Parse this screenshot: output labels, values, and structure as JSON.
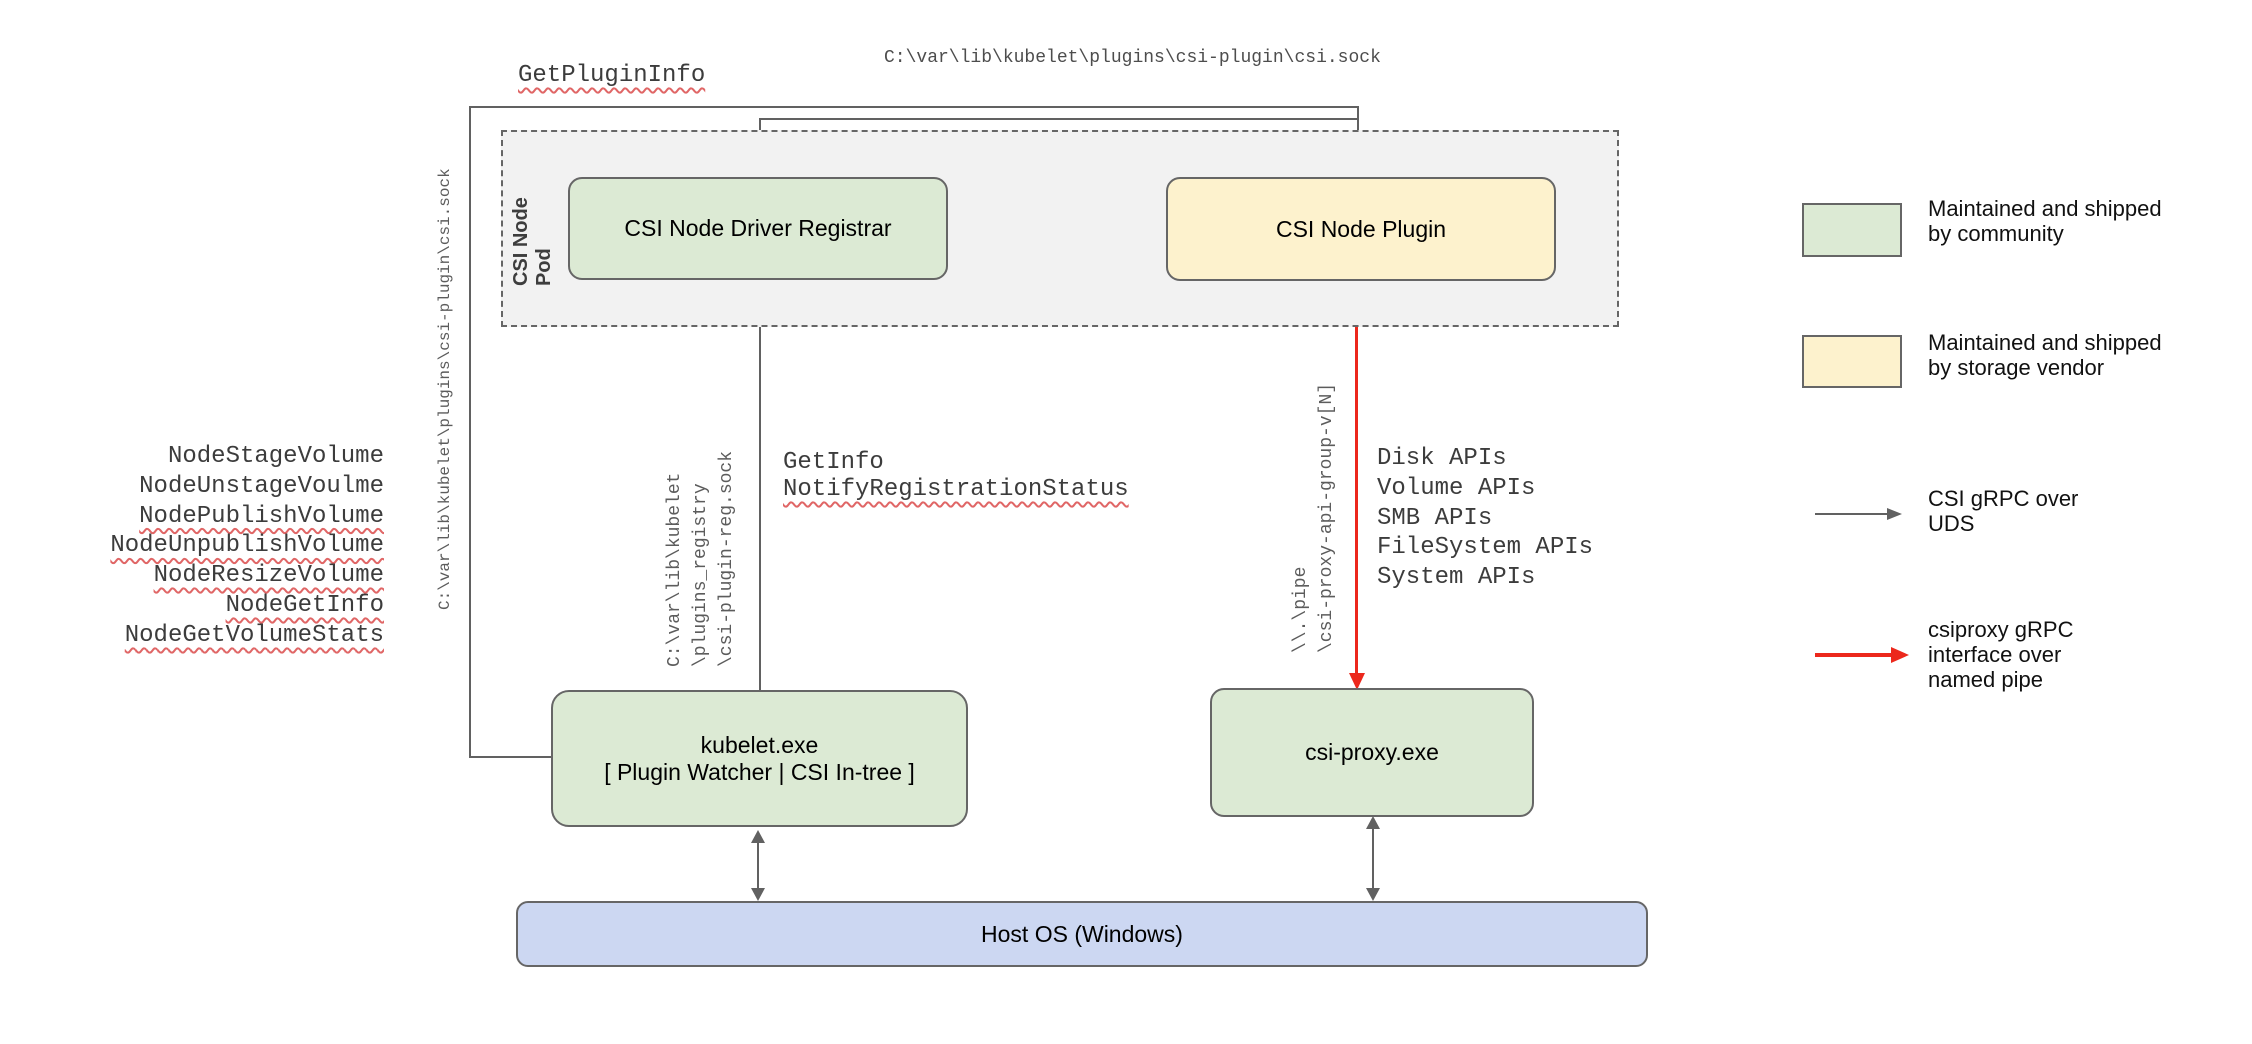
{
  "labels": {
    "get_plugin_info": "GetPluginInfo",
    "get_info": "GetInfo",
    "notify_registration_status": "NotifyRegistrationStatus",
    "pod": "CSI Node Pod"
  },
  "paths": {
    "top_csi_sock": "C:\\var\\lib\\kubelet\\plugins\\csi-plugin\\csi.sock",
    "left_csi_sock": "C:\\var\\lib\\kubelet\\plugins\\csi-plugin\\csi.sock",
    "registry_lines": [
      "C:\\var\\lib\\kubelet",
      "\\plugins_registry",
      "\\csi-plugin-reg.sock"
    ],
    "pipe_lines": [
      "\\\\.\\pipe",
      "\\csi-proxy-api-group-v[N]"
    ]
  },
  "node_calls": [
    {
      "label": "NodeStageVolume",
      "wavy": false
    },
    {
      "label": "NodeUnstageVoulme",
      "wavy": false
    },
    {
      "label": "NodePublishVolume",
      "wavy": true
    },
    {
      "label": "NodeUnpublishVolume",
      "wavy": true
    },
    {
      "label": "NodeResizeVolume",
      "wavy": true
    },
    {
      "label": "NodeGetInfo",
      "wavy": true
    },
    {
      "label": "NodeGetVolumeStats",
      "wavy": true
    }
  ],
  "api_calls": [
    "Disk APIs",
    "Volume APIs",
    "SMB APIs",
    "FileSystem APIs",
    "System APIs"
  ],
  "boxes": {
    "registrar": "CSI Node Driver Registrar",
    "plugin": "CSI Node Plugin",
    "kubelet_line1": "kubelet.exe",
    "kubelet_line2": "[ Plugin Watcher | CSI In-tree ]",
    "csiproxy": "csi-proxy.exe",
    "hostos": "Host OS (Windows)"
  },
  "legend": {
    "community": {
      "lines": [
        "Maintained and shipped",
        "by community"
      ]
    },
    "vendor": {
      "lines": [
        "Maintained and shipped",
        "by storage vendor"
      ]
    },
    "uds": {
      "lines": [
        "CSI gRPC over",
        "UDS"
      ]
    },
    "namedpipe": {
      "lines": [
        "csiproxy gRPC",
        "interface over",
        "named pipe"
      ]
    }
  },
  "colors": {
    "community-green": "#dcead4",
    "vendor-yellow": "#fdf2cd",
    "hostos-blue": "#ccd7f2",
    "pod-gray": "#f2f2f2",
    "line-gray": "#616161",
    "border-gray": "#666666",
    "grpc-red": "#ec281c",
    "squiggle-red": "#e06666",
    "text-mono": "#3c3c3c",
    "path-gray": "#5c5c5c"
  }
}
